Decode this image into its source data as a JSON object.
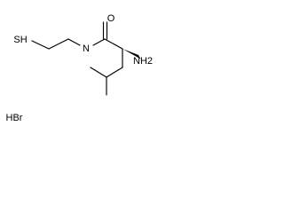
{
  "molecule": {
    "atoms": {
      "thiol": "SH",
      "amide_nitrogen": "N",
      "carbonyl_oxygen": "O",
      "amine": "NH2"
    },
    "salt": "HBr",
    "stereo": "wedge"
  }
}
